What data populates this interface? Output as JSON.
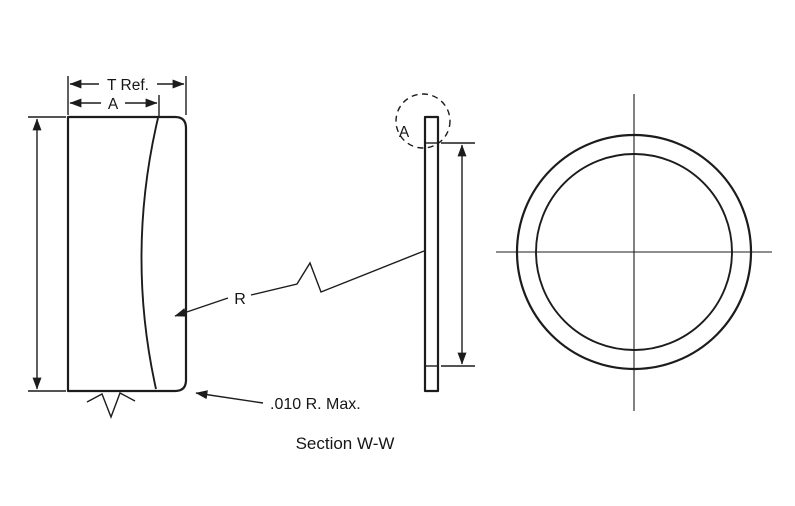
{
  "page": {
    "background_color": "#ffffff",
    "line_color": "#1c1c1c"
  },
  "diagram": {
    "caption": "Section W-W",
    "labels": {
      "thickness_ref": "T Ref.",
      "dim_a": "A",
      "radius": "R",
      "corner_radius_note": ".010 R. Max.",
      "detail_circle": "A"
    }
  }
}
